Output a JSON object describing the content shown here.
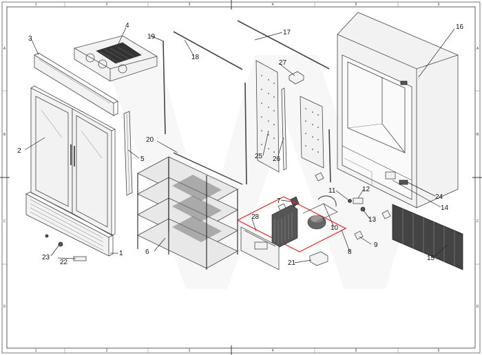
{
  "drawing": {
    "column_labels": [
      "1",
      "2",
      "3",
      "4",
      "5",
      "6"
    ],
    "row_labels": [
      "A",
      "B",
      "C",
      "D"
    ],
    "colors": {
      "line": "#444444",
      "frame": "#333333",
      "highlight": "#e02020",
      "watermark": "#f0f0f0"
    },
    "callouts": [
      {
        "id": "c1",
        "text": "1"
      },
      {
        "id": "c2",
        "text": "2"
      },
      {
        "id": "c3",
        "text": "3"
      },
      {
        "id": "c4",
        "text": "4"
      },
      {
        "id": "c5",
        "text": "5"
      },
      {
        "id": "c6",
        "text": "6"
      },
      {
        "id": "c7",
        "text": "7"
      },
      {
        "id": "c8",
        "text": "8"
      },
      {
        "id": "c9",
        "text": "9"
      },
      {
        "id": "c10",
        "text": "10"
      },
      {
        "id": "c11",
        "text": "11"
      },
      {
        "id": "c12",
        "text": "12"
      },
      {
        "id": "c13",
        "text": "13"
      },
      {
        "id": "c14",
        "text": "14"
      },
      {
        "id": "c15",
        "text": "15"
      },
      {
        "id": "c16",
        "text": "16"
      },
      {
        "id": "c17",
        "text": "17"
      },
      {
        "id": "c18",
        "text": "18"
      },
      {
        "id": "c19",
        "text": "19"
      },
      {
        "id": "c20",
        "text": "20"
      },
      {
        "id": "c21",
        "text": "21"
      },
      {
        "id": "c22",
        "text": "22"
      },
      {
        "id": "c23",
        "text": "23"
      },
      {
        "id": "c24",
        "text": "24"
      },
      {
        "id": "c25",
        "text": "25"
      },
      {
        "id": "c26",
        "text": "26"
      },
      {
        "id": "c27",
        "text": "27"
      },
      {
        "id": "c28",
        "text": "28"
      }
    ]
  }
}
